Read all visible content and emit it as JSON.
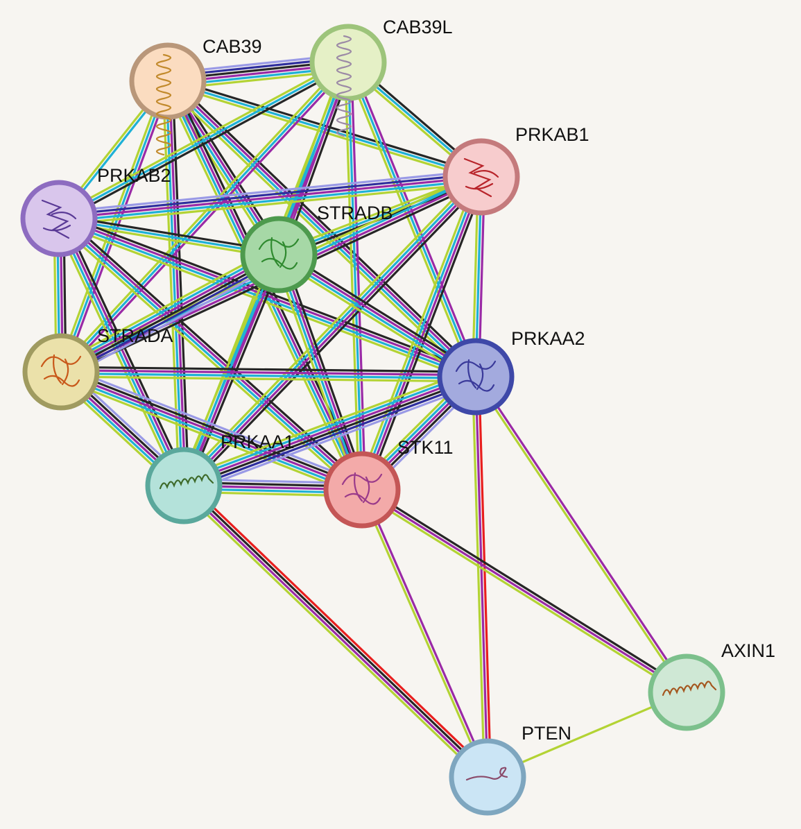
{
  "network": {
    "nodes": [
      {
        "id": "CAB39",
        "label": "CAB39",
        "fill": "#fbdcc0",
        "stroke": "#b9977a",
        "icon": "helix-bundle-structure",
        "icon_color": "#c28a2c"
      },
      {
        "id": "CAB39L",
        "label": "CAB39L",
        "fill": "#e5f0c6",
        "stroke": "#9dc47b",
        "icon": "helix-bundle-structure",
        "icon_color": "#9c8aa6"
      },
      {
        "id": "PRKAB1",
        "label": "PRKAB1",
        "fill": "#f7cccd",
        "stroke": "#c47a7c",
        "icon": "beta-sheet-structure",
        "icon_color": "#b8242a"
      },
      {
        "id": "PRKAB2",
        "label": "PRKAB2",
        "fill": "#d9c6ec",
        "stroke": "#8d6cc0",
        "icon": "beta-sheet-structure",
        "icon_color": "#5a3a96"
      },
      {
        "id": "STRADB",
        "label": "STRADB",
        "fill": "#a6d8a6",
        "stroke": "#4d9a4d",
        "icon": "kinase-fold-structure",
        "icon_color": "#2f8a2f"
      },
      {
        "id": "STRADA",
        "label": "STRADA",
        "fill": "#ebe1aa",
        "stroke": "#a09b60",
        "icon": "kinase-fold-structure",
        "icon_color": "#c8581a"
      },
      {
        "id": "PRKAA2",
        "label": "PRKAA2",
        "fill": "#a3aade",
        "stroke": "#3e48a8",
        "icon": "kinase-fold-structure",
        "icon_color": "#3a3a9a"
      },
      {
        "id": "PRKAA1",
        "label": "PRKAA1",
        "fill": "#b4e2da",
        "stroke": "#5aa89c",
        "icon": "alpha-helix-structure",
        "icon_color": "#3e6a2a"
      },
      {
        "id": "STK11",
        "label": "STK11",
        "fill": "#f3aaa9",
        "stroke": "#c45656",
        "icon": "kinase-fold-structure",
        "icon_color": "#9a3a8a"
      },
      {
        "id": "AXIN1",
        "label": "AXIN1",
        "fill": "#cfe8d5",
        "stroke": "#7cc08c",
        "icon": "alpha-helix-structure",
        "icon_color": "#a4561e"
      },
      {
        "id": "PTEN",
        "label": "PTEN",
        "fill": "#cbe5f5",
        "stroke": "#7ea6bf",
        "icon": "coil-structure",
        "icon_color": "#8a4a6a"
      }
    ],
    "evidence_colors": {
      "experiments": "#9a2aa6",
      "databases": "#1fb1d6",
      "textmining": "#b3d334",
      "coexpression": "#262626",
      "homology": "#9a9ae6",
      "cooccurrence": "#2f2f9e",
      "gene_fusion": "#e81e1e"
    },
    "edges": [
      {
        "source": "CAB39",
        "target": "CAB39L",
        "evidence": [
          "homology",
          "cooccurrence",
          "coexpression",
          "experiments",
          "databases",
          "textmining"
        ]
      },
      {
        "source": "CAB39",
        "target": "PRKAB1",
        "evidence": [
          "coexpression",
          "databases",
          "textmining"
        ]
      },
      {
        "source": "CAB39",
        "target": "PRKAB2",
        "evidence": [
          "databases",
          "textmining"
        ]
      },
      {
        "source": "CAB39",
        "target": "STRADB",
        "evidence": [
          "coexpression",
          "experiments",
          "databases",
          "textmining"
        ]
      },
      {
        "source": "CAB39",
        "target": "STRADA",
        "evidence": [
          "experiments",
          "databases",
          "textmining"
        ]
      },
      {
        "source": "CAB39",
        "target": "PRKAA2",
        "evidence": [
          "coexpression",
          "experiments",
          "databases",
          "textmining"
        ]
      },
      {
        "source": "CAB39",
        "target": "PRKAA1",
        "evidence": [
          "coexpression",
          "experiments",
          "databases",
          "textmining"
        ]
      },
      {
        "source": "CAB39",
        "target": "STK11",
        "evidence": [
          "coexpression",
          "experiments",
          "databases",
          "textmining"
        ]
      },
      {
        "source": "CAB39L",
        "target": "PRKAB1",
        "evidence": [
          "coexpression",
          "databases",
          "textmining"
        ]
      },
      {
        "source": "CAB39L",
        "target": "PRKAB2",
        "evidence": [
          "coexpression",
          "databases",
          "textmining"
        ]
      },
      {
        "source": "CAB39L",
        "target": "STRADB",
        "evidence": [
          "coexpression",
          "experiments",
          "databases",
          "textmining"
        ]
      },
      {
        "source": "CAB39L",
        "target": "STRADA",
        "evidence": [
          "experiments",
          "databases",
          "textmining"
        ]
      },
      {
        "source": "CAB39L",
        "target": "PRKAA2",
        "evidence": [
          "experiments",
          "databases",
          "textmining"
        ]
      },
      {
        "source": "CAB39L",
        "target": "PRKAA1",
        "evidence": [
          "experiments",
          "databases",
          "textmining"
        ]
      },
      {
        "source": "CAB39L",
        "target": "STK11",
        "evidence": [
          "experiments",
          "databases",
          "textmining"
        ]
      },
      {
        "source": "PRKAB2",
        "target": "PRKAB1",
        "evidence": [
          "homology",
          "cooccurrence",
          "experiments",
          "databases",
          "textmining"
        ]
      },
      {
        "source": "PRKAB2",
        "target": "STRADB",
        "evidence": [
          "coexpression",
          "databases",
          "textmining"
        ]
      },
      {
        "source": "PRKAB2",
        "target": "STRADA",
        "evidence": [
          "coexpression",
          "experiments",
          "databases",
          "textmining"
        ]
      },
      {
        "source": "PRKAB2",
        "target": "PRKAA2",
        "evidence": [
          "coexpression",
          "experiments",
          "databases",
          "textmining"
        ]
      },
      {
        "source": "PRKAB2",
        "target": "PRKAA1",
        "evidence": [
          "coexpression",
          "experiments",
          "databases",
          "textmining"
        ]
      },
      {
        "source": "PRKAB2",
        "target": "STK11",
        "evidence": [
          "coexpression",
          "experiments",
          "databases",
          "textmining"
        ]
      },
      {
        "source": "PRKAB1",
        "target": "STRADB",
        "evidence": [
          "coexpression",
          "databases",
          "textmining"
        ]
      },
      {
        "source": "PRKAB1",
        "target": "STRADA",
        "evidence": [
          "coexpression",
          "experiments",
          "databases",
          "textmining"
        ]
      },
      {
        "source": "PRKAB1",
        "target": "PRKAA2",
        "evidence": [
          "experiments",
          "databases",
          "textmining"
        ]
      },
      {
        "source": "PRKAB1",
        "target": "PRKAA1",
        "evidence": [
          "coexpression",
          "experiments",
          "databases",
          "textmining"
        ]
      },
      {
        "source": "PRKAB1",
        "target": "STK11",
        "evidence": [
          "coexpression",
          "experiments",
          "databases",
          "textmining"
        ]
      },
      {
        "source": "STRADB",
        "target": "STRADA",
        "evidence": [
          "homology",
          "cooccurrence",
          "coexpression",
          "experiments",
          "databases",
          "textmining"
        ]
      },
      {
        "source": "STRADB",
        "target": "PRKAA2",
        "evidence": [
          "coexpression",
          "experiments",
          "databases",
          "textmining"
        ]
      },
      {
        "source": "STRADB",
        "target": "PRKAA1",
        "evidence": [
          "coexpression",
          "experiments",
          "databases",
          "textmining"
        ]
      },
      {
        "source": "STRADB",
        "target": "STK11",
        "evidence": [
          "coexpression",
          "experiments",
          "databases",
          "textmining"
        ]
      },
      {
        "source": "STRADA",
        "target": "PRKAA2",
        "evidence": [
          "coexpression",
          "experiments",
          "databases",
          "textmining"
        ]
      },
      {
        "source": "STRADA",
        "target": "PRKAA1",
        "evidence": [
          "homology",
          "coexpression",
          "experiments",
          "databases",
          "textmining"
        ]
      },
      {
        "source": "STRADA",
        "target": "STK11",
        "evidence": [
          "homology",
          "coexpression",
          "experiments",
          "databases",
          "textmining"
        ]
      },
      {
        "source": "PRKAA2",
        "target": "PRKAA1",
        "evidence": [
          "homology",
          "cooccurrence",
          "coexpression",
          "experiments",
          "databases",
          "textmining"
        ]
      },
      {
        "source": "PRKAA2",
        "target": "STK11",
        "evidence": [
          "homology",
          "coexpression",
          "experiments",
          "databases",
          "textmining"
        ]
      },
      {
        "source": "PRKAA1",
        "target": "STK11",
        "evidence": [
          "homology",
          "coexpression",
          "experiments",
          "databases",
          "textmining"
        ]
      },
      {
        "source": "PRKAA2",
        "target": "PTEN",
        "evidence": [
          "gene_fusion",
          "experiments",
          "textmining"
        ]
      },
      {
        "source": "PRKAA2",
        "target": "AXIN1",
        "evidence": [
          "experiments",
          "textmining"
        ]
      },
      {
        "source": "PRKAA1",
        "target": "PTEN",
        "evidence": [
          "gene_fusion",
          "coexpression",
          "experiments",
          "textmining"
        ]
      },
      {
        "source": "STK11",
        "target": "AXIN1",
        "evidence": [
          "coexpression",
          "experiments",
          "textmining"
        ]
      },
      {
        "source": "STK11",
        "target": "PTEN",
        "evidence": [
          "experiments",
          "textmining"
        ]
      },
      {
        "source": "PTEN",
        "target": "AXIN1",
        "evidence": [
          "textmining"
        ]
      }
    ]
  }
}
